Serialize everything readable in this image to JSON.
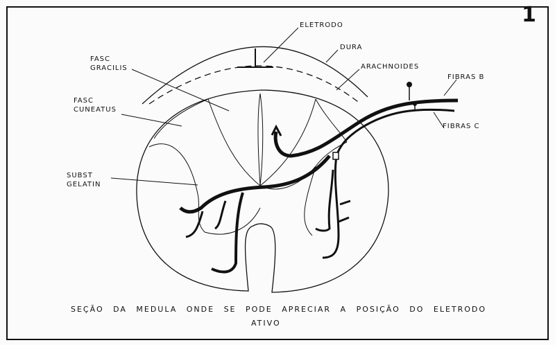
{
  "figure_number": "1",
  "labels": {
    "eletrodo": "ELETRODO",
    "dura": "DURA",
    "arachnoides": "ARACHNOIDES",
    "fasc_gracilis": [
      "FASC",
      "GRACILIS"
    ],
    "fasc_cuneatus": [
      "FASC",
      "CUNEATUS"
    ],
    "subst_gelatin": [
      "SUBST",
      "GELATIN"
    ],
    "fibras_b": "FIBRAS B",
    "fibras_c": "FIBRAS C"
  },
  "caption": [
    "SEÇÃO DA MEDULA ONDE SE PODE APRECIAR A POSIÇÃO DO ELETRODO",
    "ATIVO"
  ]
}
